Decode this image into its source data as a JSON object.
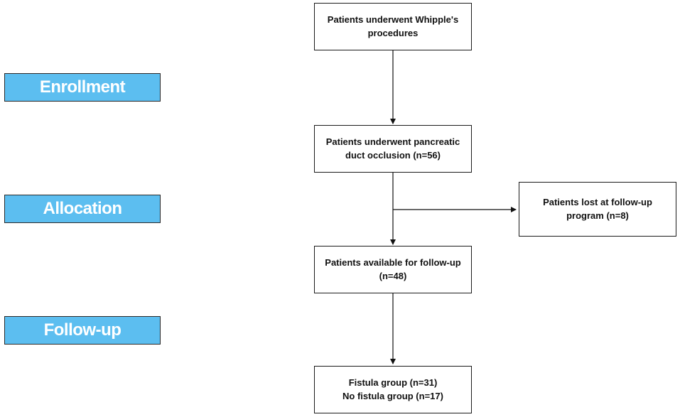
{
  "stages": {
    "enrollment": "Enrollment",
    "allocation": "Allocation",
    "follow_up": "Follow-up"
  },
  "boxes": {
    "whipple": {
      "line1": "Patients underwent Whipple's",
      "line2": "procedures"
    },
    "occlusion": {
      "line1": "Patients underwent pancreatic",
      "line2": "duct occlusion (n=56)"
    },
    "lost": {
      "line1": "Patients lost at follow-up",
      "line2": "program (n=8)"
    },
    "available": {
      "line1": "Patients available for follow-up",
      "line2": "(n=48)"
    },
    "groups": {
      "line1": "Fistula group (n=31)",
      "line2": "No fistula group (n=17)"
    }
  }
}
